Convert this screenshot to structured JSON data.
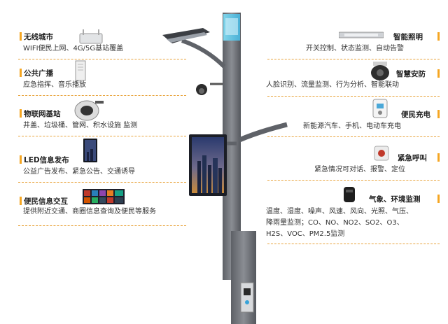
{
  "left": [
    {
      "title": "无线城市",
      "desc": "WIFI便民上网、4G/5G基站覆盖",
      "icon": "router-icon"
    },
    {
      "title": "公共广播",
      "desc": "应急指挥、音乐播放",
      "icon": "speaker-icon"
    },
    {
      "title": "物联网基站",
      "desc": "井盖、垃圾桶、管网、积水设施  监测",
      "icon": "iot-base-station-icon"
    },
    {
      "title": "LED信息发布",
      "desc": "公益广告发布、紧急公告、交通诱导",
      "icon": "led-screen-icon"
    },
    {
      "title": "便民信息交互",
      "desc": "提供附近交通、商圈信息查询及便民等服务",
      "icon": "info-display-icon"
    }
  ],
  "right": [
    {
      "title": "智能照明",
      "desc": "开关控制、状态监测、自动告警",
      "icon": "lamp-driver-icon"
    },
    {
      "title": "智慧安防",
      "desc": "人脸识别、流量监测、行为分析、智能联动",
      "icon": "dome-camera-icon"
    },
    {
      "title": "便民充电",
      "desc": "新能源汽车、手机、电动车充电",
      "icon": "charger-icon"
    },
    {
      "title": "紧急呼叫",
      "desc": "紧急情况可对话、报警、定位",
      "icon": "emergency-call-icon"
    },
    {
      "title": "气象、环境监测",
      "desc1": "温度、湿度、噪声、风速、风向、光照、气压、",
      "desc2": "降雨量监测；CO、NO、NO2、SO2、O3、",
      "desc3": "H2S、VOC、PM2.5监测",
      "icon": "weather-sensor-icon"
    }
  ],
  "colors": {
    "accent": "#f5a623",
    "pole": "#6e7177",
    "line": "#e8a33b"
  }
}
